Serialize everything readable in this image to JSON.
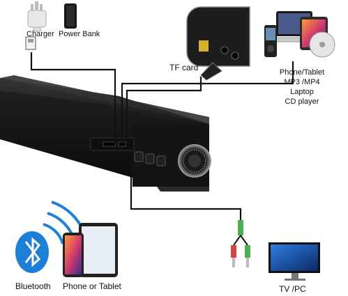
{
  "labels": {
    "charger": "Charger",
    "power_bank": "Power Bank",
    "tf_card": "TF card",
    "bluetooth": "Bluetooth",
    "phone_or_tablet": "Phone or Tablet",
    "tv_pc": "TV /PC"
  },
  "devices": [
    "Phone/Tablet",
    "MP3 /MP4",
    "Laptop",
    "CD player"
  ],
  "colors": {
    "soundbar": "#1a1a1a",
    "bluetooth_blue": "#1e7fd6",
    "tablet_screen": "#e8eef5",
    "jack_green": "#4caf50",
    "jack_red": "#d84343",
    "cable": "#111111"
  },
  "icons": [
    "plug-icon",
    "power-bank-icon",
    "usb-cable-icon",
    "bluetooth-icon",
    "wifi-waves-icon",
    "tablet-icon",
    "phone-icon",
    "monitor-icon",
    "laptop-icon",
    "mp3-player-icon",
    "audio-jack-icon"
  ]
}
